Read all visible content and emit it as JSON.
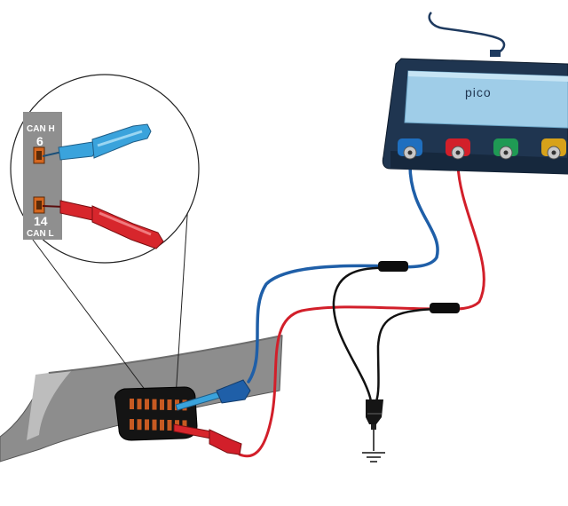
{
  "zoom_inset": {
    "pin_top": {
      "name": "CAN H",
      "number": "6"
    },
    "pin_bottom": {
      "number": "14",
      "name": "CAN L"
    }
  },
  "scope": {
    "brand": "pico",
    "channels": [
      {
        "id": "A",
        "color": "#1f6fbf"
      },
      {
        "id": "B",
        "color": "#d21f2a"
      },
      {
        "id": "C",
        "color": "#1f9a54"
      },
      {
        "id": "D",
        "color": "#d7a21a"
      }
    ]
  },
  "colors": {
    "probe_blue": "#3aa3dc",
    "probe_red": "#d7262c",
    "lead_black": "#111111",
    "scope_body": "#1f3550",
    "scope_top": "#9fcde8",
    "panel": "#8f8f8f"
  }
}
